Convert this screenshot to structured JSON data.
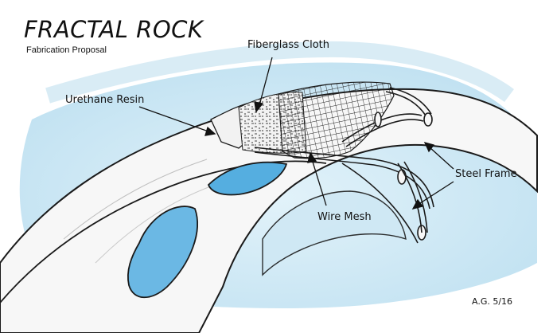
{
  "header": {
    "title": "FRACTAL ROCK",
    "subtitle": "Fabrication Proposal"
  },
  "labels": {
    "fiberglass": "Fiberglass Cloth",
    "resin": "Urethane Resin",
    "steel": "Steel Frame",
    "mesh": "Wire Mesh"
  },
  "signature": "A.G. 5/16",
  "colors": {
    "sky_wash": "#bfe0ef",
    "deep_blue": "#55aee0",
    "ink": "#1a1a1a",
    "rock_shade": "#e6e6e6"
  }
}
